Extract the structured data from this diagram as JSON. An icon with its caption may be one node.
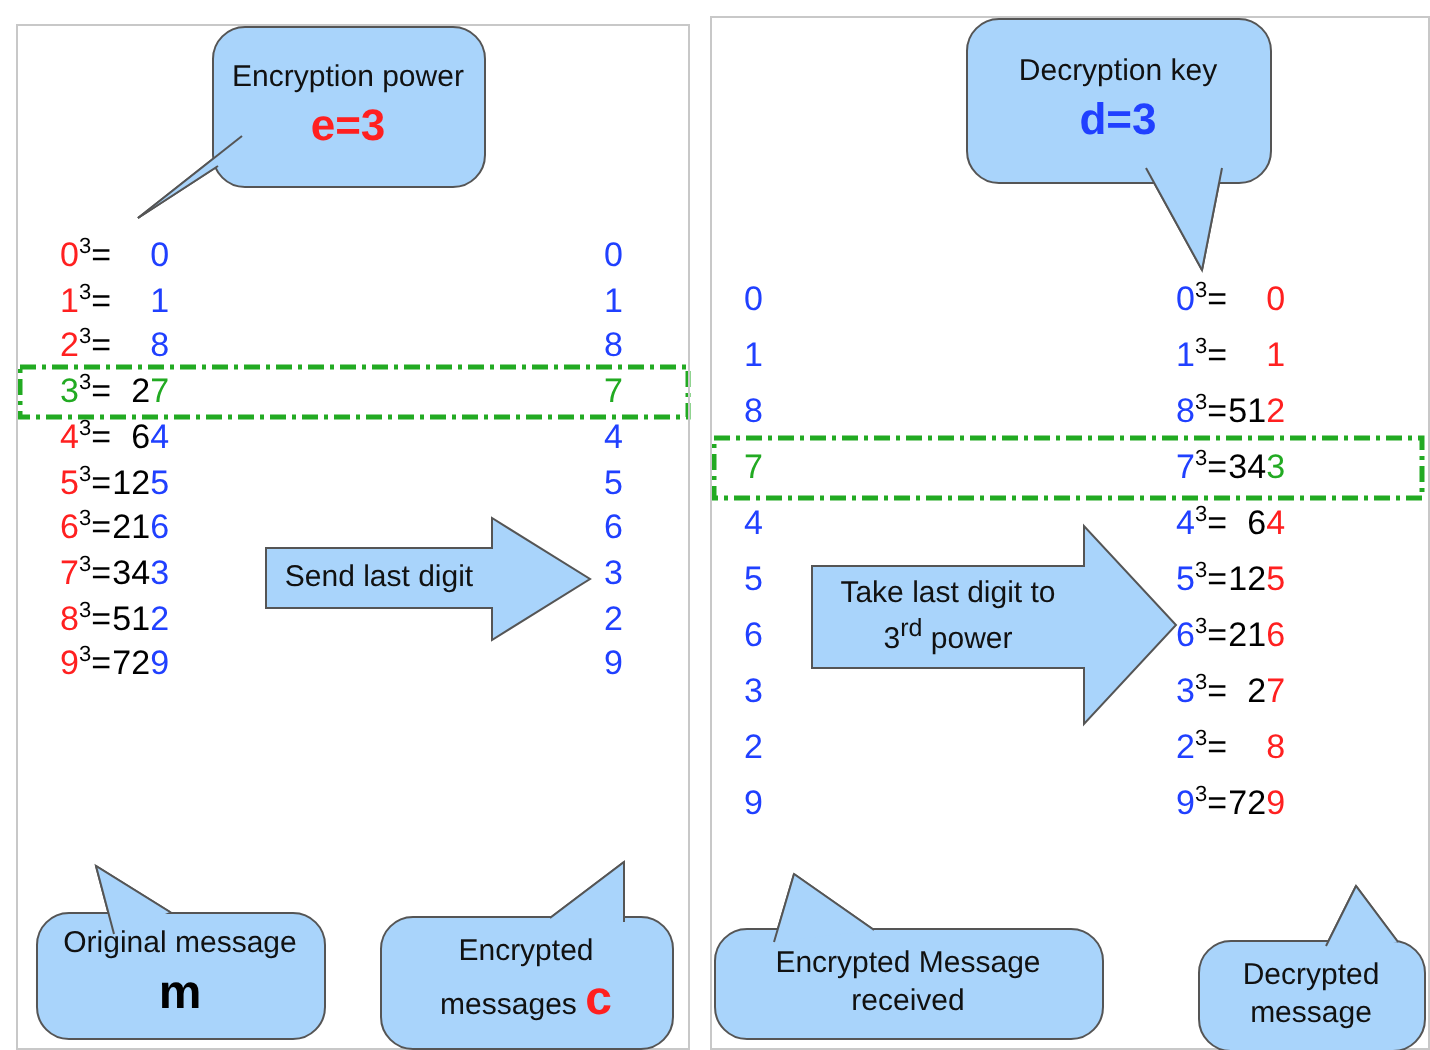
{
  "diagram": {
    "nodes": [
      {
        "text": [],
        "shape": "box"
      },
      {
        "text": [
          "Encryption power **e=3**"
        ],
        "in": 0
      },
      {
        "text": [
          "Send last digit"
        ],
        "in": 0
      },
      {
        "text": [
          "Original message **m**"
        ],
        "in": 0
      },
      {
        "text": [
          "Encrypted messages **c**"
        ],
        "in": 0
      },
      {
        "text": [],
        "shape": "box"
      },
      {
        "text": [
          "Decryption key **d=3**"
        ],
        "in": 5
      },
      {
        "text": [
          "Take last digit to 3$^{rd}$ power"
        ],
        "in": 5
      },
      {
        "text": [
          "Encrypted Message received"
        ],
        "in": 5
      },
      {
        "text": [
          "Decrypted message"
        ],
        "in": 5
      }
    ],
    "edges": [],
    "labels": [
      "0$^{3}$= 0",
      "0",
      "1$^{3}$= 1",
      "1",
      "2$^{3}$= 8",
      "8",
      "3$^{3}$= 27",
      "7",
      "4$^{3}$= 64",
      "4",
      "5$^{3}$=125",
      "5",
      "6$^{3}$=216",
      "6",
      "7$^{3}$=343",
      "3",
      "8$^{3}$=512",
      "2",
      "9$^{3}$=729",
      "9",
      "0",
      "0$^{3}$= 0",
      "1",
      "1$^{3}$= 1",
      "8",
      "8$^{3}$=512",
      "7",
      "7$^{3}$=343",
      "4",
      "4$^{3}$= 64",
      "5",
      "5$^{3}$=125",
      "6",
      "6$^{3}$=216",
      "3",
      "3$^{3}$= 27",
      "2",
      "2$^{3}$= 8",
      "9",
      "9$^{3}$=729"
    ]
  }
}
